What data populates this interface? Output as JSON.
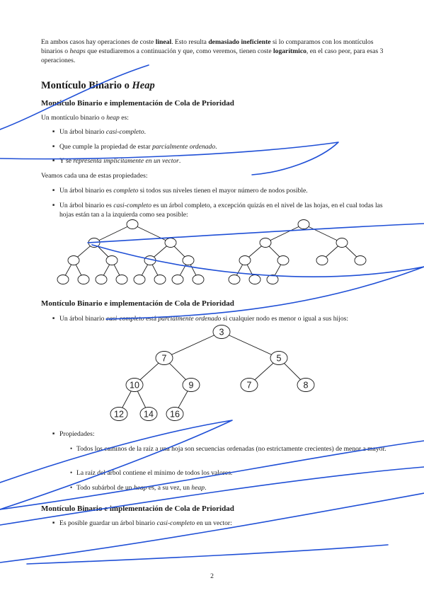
{
  "intro": {
    "t1": "En ambos casos hay operaciones de coste ",
    "b1": "lineal",
    "t2": ". Esto resulta ",
    "b2": "demasiado ineficiente",
    "t3": " si lo comparamos con los montículos binarios o ",
    "i1": "heaps",
    "t4": " que estudiaremos a continuación y que, como veremos, tienen coste ",
    "b3": "logarítmico",
    "t5": ", en el caso peor, para esas 3 operaciones."
  },
  "section": {
    "title_prefix": "Montículo Binario o ",
    "title_italic": "Heap"
  },
  "subsection1": {
    "title": "Montículo Binario e implementación de Cola de Prioridad",
    "lead_a": "Un montículo binario o ",
    "lead_i": "heap",
    "lead_b": " es:",
    "items": [
      {
        "a": "Un árbol binario ",
        "i": "casi-completo",
        "b": "."
      },
      {
        "a": "Que cumple la propiedad de estar ",
        "i": "parcialmente ordenado",
        "b": "."
      },
      {
        "a": "Y se ",
        "i": "representa implícitamente en un vector",
        "b": "."
      }
    ],
    "props_lead": "Veamos cada una de estas propiedades:",
    "props": [
      {
        "a": "Un árbol binario es ",
        "i": "completo",
        "b": " si todos sus niveles tienen el mayor número de nodos posible."
      },
      {
        "a": "Un árbol binario es ",
        "i": "casi-completo",
        "b": " es un árbol completo, a excepción quizás en el nivel de las hojas, en el cual todas las hojas están tan a la izquierda como sea posible:"
      }
    ]
  },
  "subsection2": {
    "title": "Montículo Binario e implementación de Cola de Prioridad",
    "item": {
      "a": "Un árbol binario ",
      "i1": "casi-completo",
      "b": " está ",
      "i2": "parcialmente ordenado",
      "c": " si cualquier nodo es menor o igual a sus hijos:"
    },
    "heap_values": [
      "3",
      "7",
      "5",
      "10",
      "9",
      "7",
      "8",
      "12",
      "14",
      "16"
    ],
    "props_label": "Propiedades:",
    "subitems": [
      {
        "a": "Todos los caminos de la raíz a una hoja son secuencias ordenadas (no estrictamente crecientes) de menor a mayor."
      },
      {
        "a": "La raíz del árbol contiene el mínimo de todos los valores."
      },
      {
        "a": "Todo subárbol de un ",
        "i": "heap",
        "b": " es, a su vez, un ",
        "i2": "heap",
        "c": "."
      }
    ]
  },
  "subsection3": {
    "title": "Montículo Binario e implementación de Cola de Prioridad",
    "item": {
      "a": "Es posible guardar un árbol binario ",
      "i": "casi-completo",
      "b": " en un vector:"
    }
  },
  "page_number": "2",
  "ink_color": "#1f4fd6"
}
